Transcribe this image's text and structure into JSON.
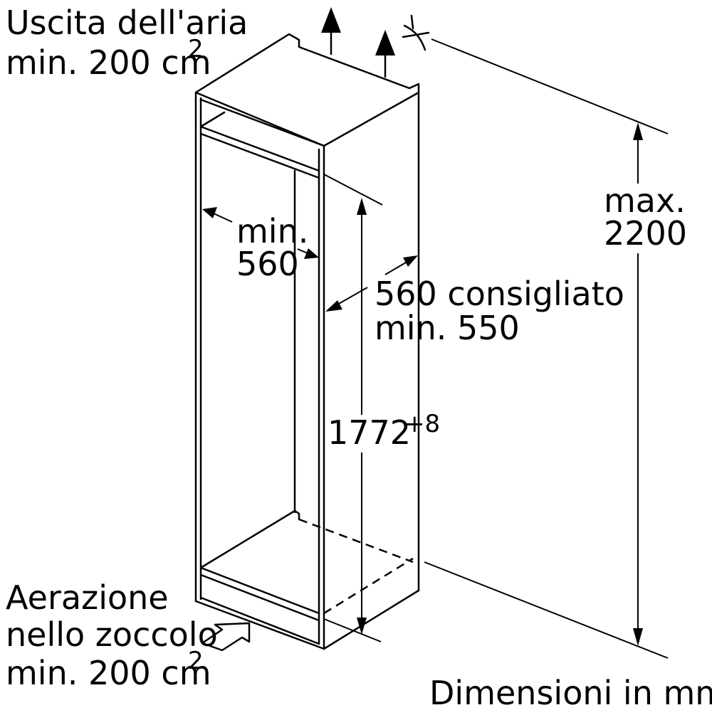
{
  "labels": {
    "air_outlet_line1": "Uscita dell'aria",
    "air_outlet_line2": "min. 200 cm",
    "air_outlet_sup": "2",
    "width_min_line1": "min.",
    "width_min_line2": "560",
    "depth_line1": "560 consigliato",
    "depth_line2": "min. 550",
    "height_value": "1772",
    "height_tolerance": "+8",
    "max_line1": "max.",
    "max_line2": "2200",
    "plinth_line1": "Aerazione",
    "plinth_line2": "nello zoccolo",
    "plinth_line3": "min. 200 cm",
    "plinth_sup": "2",
    "units_caption": "Dimensioni in mm"
  }
}
